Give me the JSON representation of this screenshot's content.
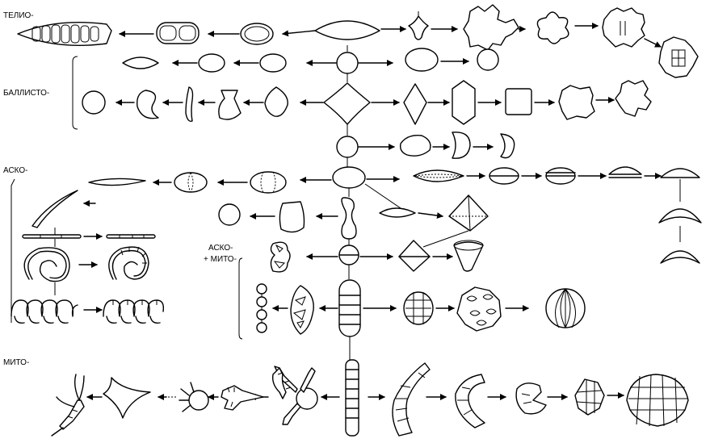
{
  "diagram": {
    "labels": {
      "telio": "ТЕЛИО-",
      "ballisto": "БАЛЛИСТО-",
      "asko": "АСКО-",
      "asko_mito_1": "АСКО-",
      "asko_mito_2": "+ МИТО-",
      "mito": "МИТО-"
    }
  }
}
